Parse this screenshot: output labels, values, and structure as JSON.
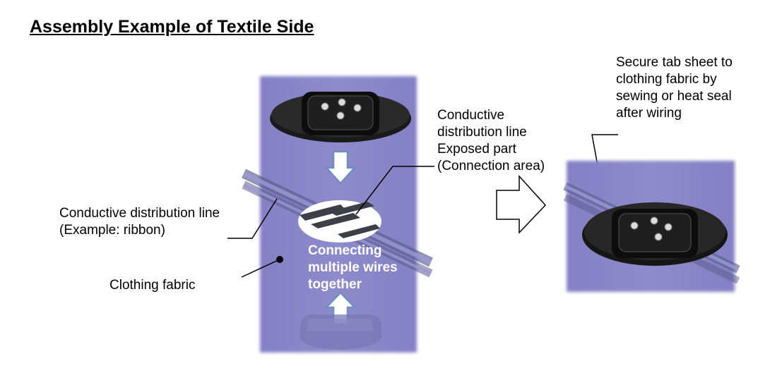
{
  "title": "Assembly Example of Textile Side",
  "labels": {
    "ribbon": [
      "Conductive distribution line",
      "(Example:  ribbon)"
    ],
    "fabric": [
      "Clothing fabric"
    ],
    "exposed": [
      "Conductive",
      "distribution line",
      "Exposed  part",
      "(Connection  area)"
    ],
    "connecting": [
      "Connecting",
      "multiple wires",
      "together"
    ],
    "secure": [
      "Secure tab sheet to",
      "clothing fabric by",
      "sewing or heat seal",
      "after wiring"
    ]
  },
  "colors": {
    "fabric": "#8a86c8",
    "arrow_fill": "#ffffff",
    "arrow_stroke": "#6d8fc0",
    "tab_body": "#111111"
  }
}
